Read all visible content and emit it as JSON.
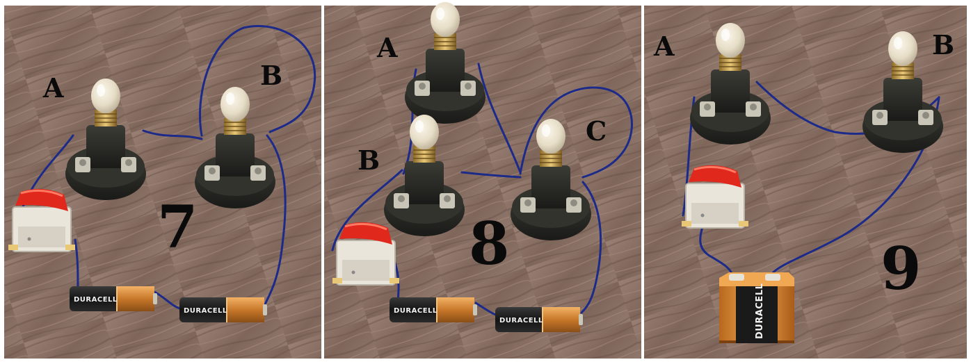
{
  "panels": [
    {
      "number": "7",
      "bulb_labels": [
        "A",
        "B"
      ]
    },
    {
      "number": "8",
      "bulb_labels": [
        "A",
        "B",
        "C"
      ]
    },
    {
      "number": "9",
      "bulb_labels": [
        "A",
        "B"
      ]
    }
  ],
  "battery_brand": "DURACELL",
  "colors": {
    "wood": "#8a7064",
    "wood_grain": "#6b5248",
    "wire": "#1c2a8a",
    "bulb_base": "#2a2a26",
    "switch_rocker": "#e0281c",
    "switch_body": "#eeeae0",
    "battery_gold": "#d48a3a",
    "battery_black": "#1c1c1c"
  },
  "icons": [
    "light-bulb-icon",
    "switch-icon",
    "aa-battery-icon",
    "9v-battery-icon",
    "wire-icon"
  ]
}
